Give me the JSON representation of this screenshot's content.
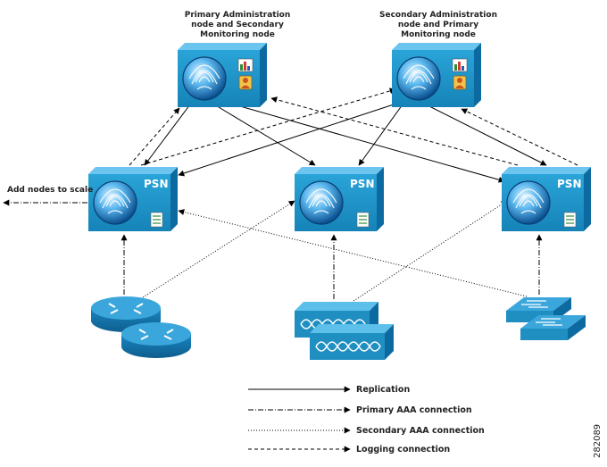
{
  "nodes": {
    "primary_admin": {
      "label_line1": "Primary Administration",
      "label_line2": "node and Secondary",
      "label_line3": "Monitoring node"
    },
    "secondary_admin": {
      "label_line1": "Secondary Administration",
      "label_line2": "node and Primary",
      "label_line3": "Monitoring node"
    },
    "psn_label": "PSN"
  },
  "scale_label": "Add nodes to scale",
  "legend": {
    "replication": "Replication",
    "primary_aaa": "Primary AAA connection",
    "secondary_aaa": "Secondary AAA connection",
    "logging": "Logging connection"
  },
  "figure_id": "282089",
  "icons": {
    "admin": "ise-fingerprint-server-icon",
    "monitor": "monitoring-chart-icon",
    "user": "admin-user-badge-icon",
    "list": "server-list-icon",
    "router": "router-icon",
    "wireless": "wireless-controller-icon",
    "switch": "network-switch-icon"
  },
  "colors": {
    "device_blue": "#1f8fc2",
    "line": "#000000"
  }
}
